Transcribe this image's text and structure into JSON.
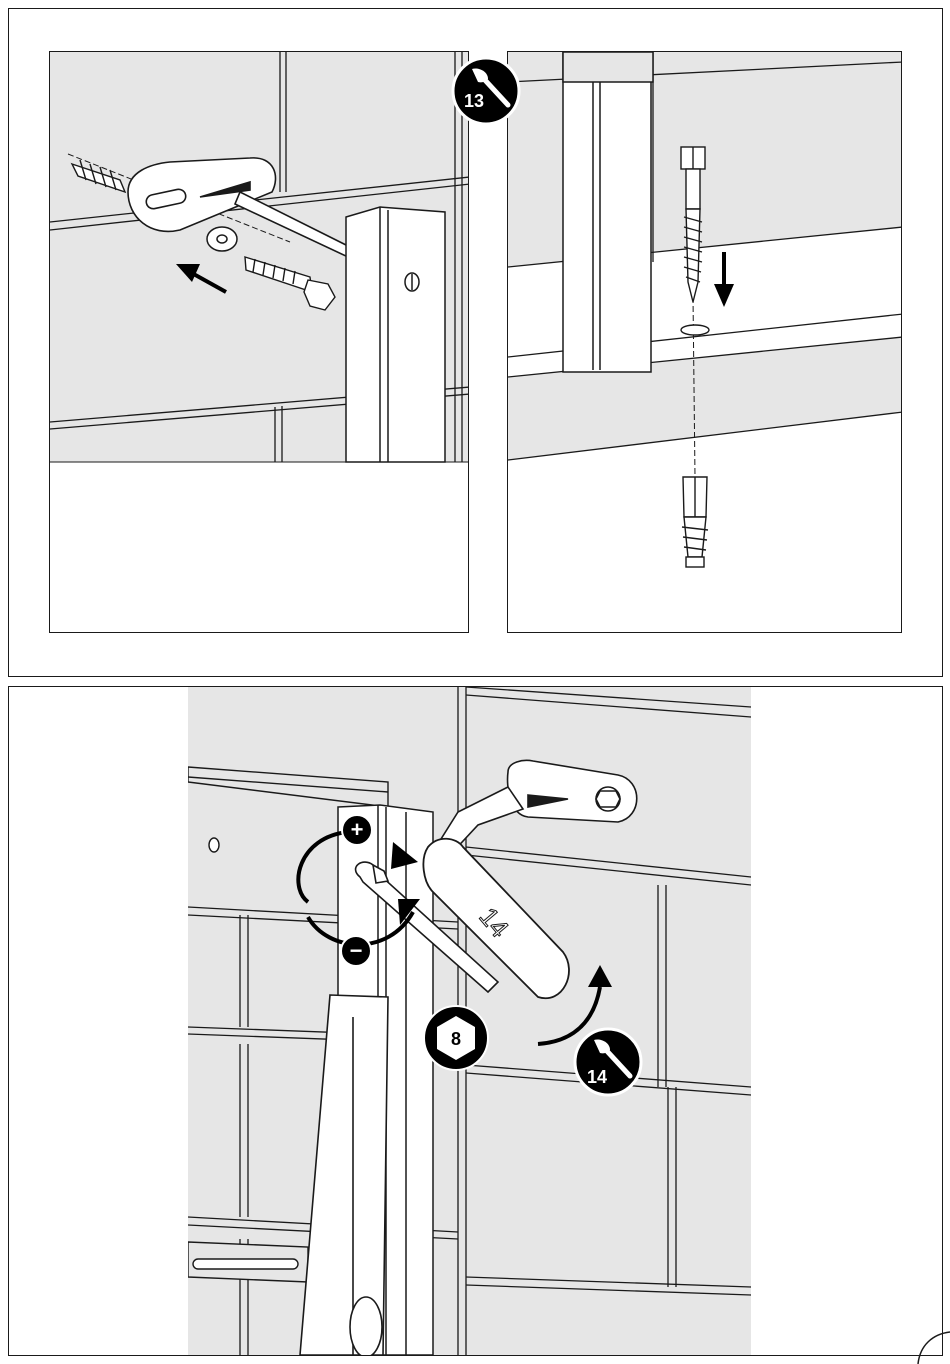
{
  "step1": {
    "tool_badge": "13"
  },
  "step2": {
    "wrench_label": "14",
    "hex_badge": "8",
    "tool_badge": "14",
    "tighten_symbol": "+",
    "loosen_symbol": "−"
  },
  "colors": {
    "wall": "#e6e6e6",
    "line": "#1a1a1a",
    "badge": "#000000"
  }
}
